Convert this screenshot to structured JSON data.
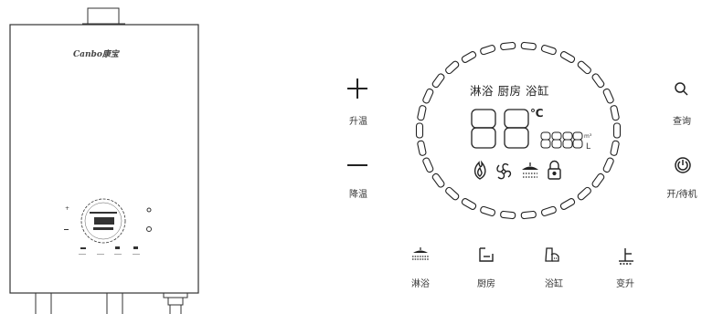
{
  "brand": "Canbo康宝",
  "display": {
    "modes": "淋浴 厨房 浴缸",
    "big_digits": "88",
    "temp_unit": "℃",
    "small_digits": "8888",
    "unit_volume": "m³",
    "unit_flow": "L"
  },
  "buttons": {
    "temp_up": "升温",
    "temp_down": "降温",
    "query": "查询",
    "power": "开/待机",
    "shower": "淋浴",
    "kitchen": "厨房",
    "bathtub": "浴缸",
    "raise": "变升"
  },
  "icons": [
    "plus-icon",
    "minus-icon",
    "search-icon",
    "power-icon",
    "flame-icon",
    "fan-icon",
    "shower-icon",
    "lock-icon",
    "faucet-icon",
    "bathtub-icon",
    "raise-icon"
  ]
}
